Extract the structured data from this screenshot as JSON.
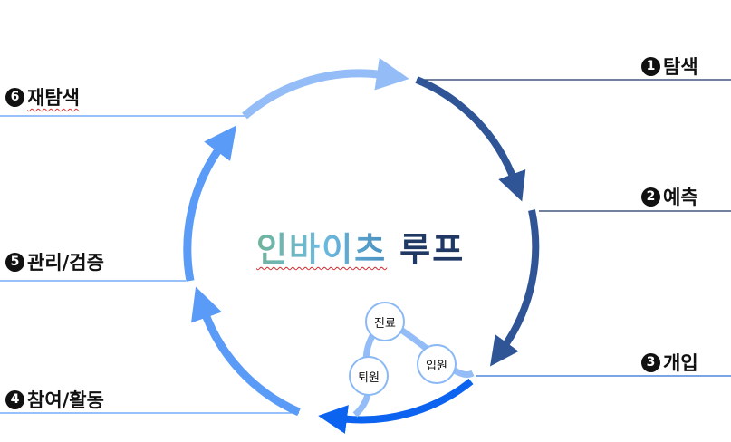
{
  "title": {
    "part1": "인바이츠",
    "part2": "루프"
  },
  "steps": [
    {
      "num": "1",
      "label": "탐색"
    },
    {
      "num": "2",
      "label": "예측"
    },
    {
      "num": "3",
      "label": "개입"
    },
    {
      "num": "4",
      "label": "참여/활동"
    },
    {
      "num": "5",
      "label": "관리/검증"
    },
    {
      "num": "6",
      "label": "재탐색"
    }
  ],
  "subcycle": [
    "진료",
    "입원",
    "퇴원"
  ],
  "colors": {
    "navy": "#2f5597",
    "bright": "#0b63f0",
    "mid": "#5b9bf8",
    "light": "#94bdf8",
    "line_dark": "#1f3864",
    "line_light": "#5b9bf8"
  }
}
